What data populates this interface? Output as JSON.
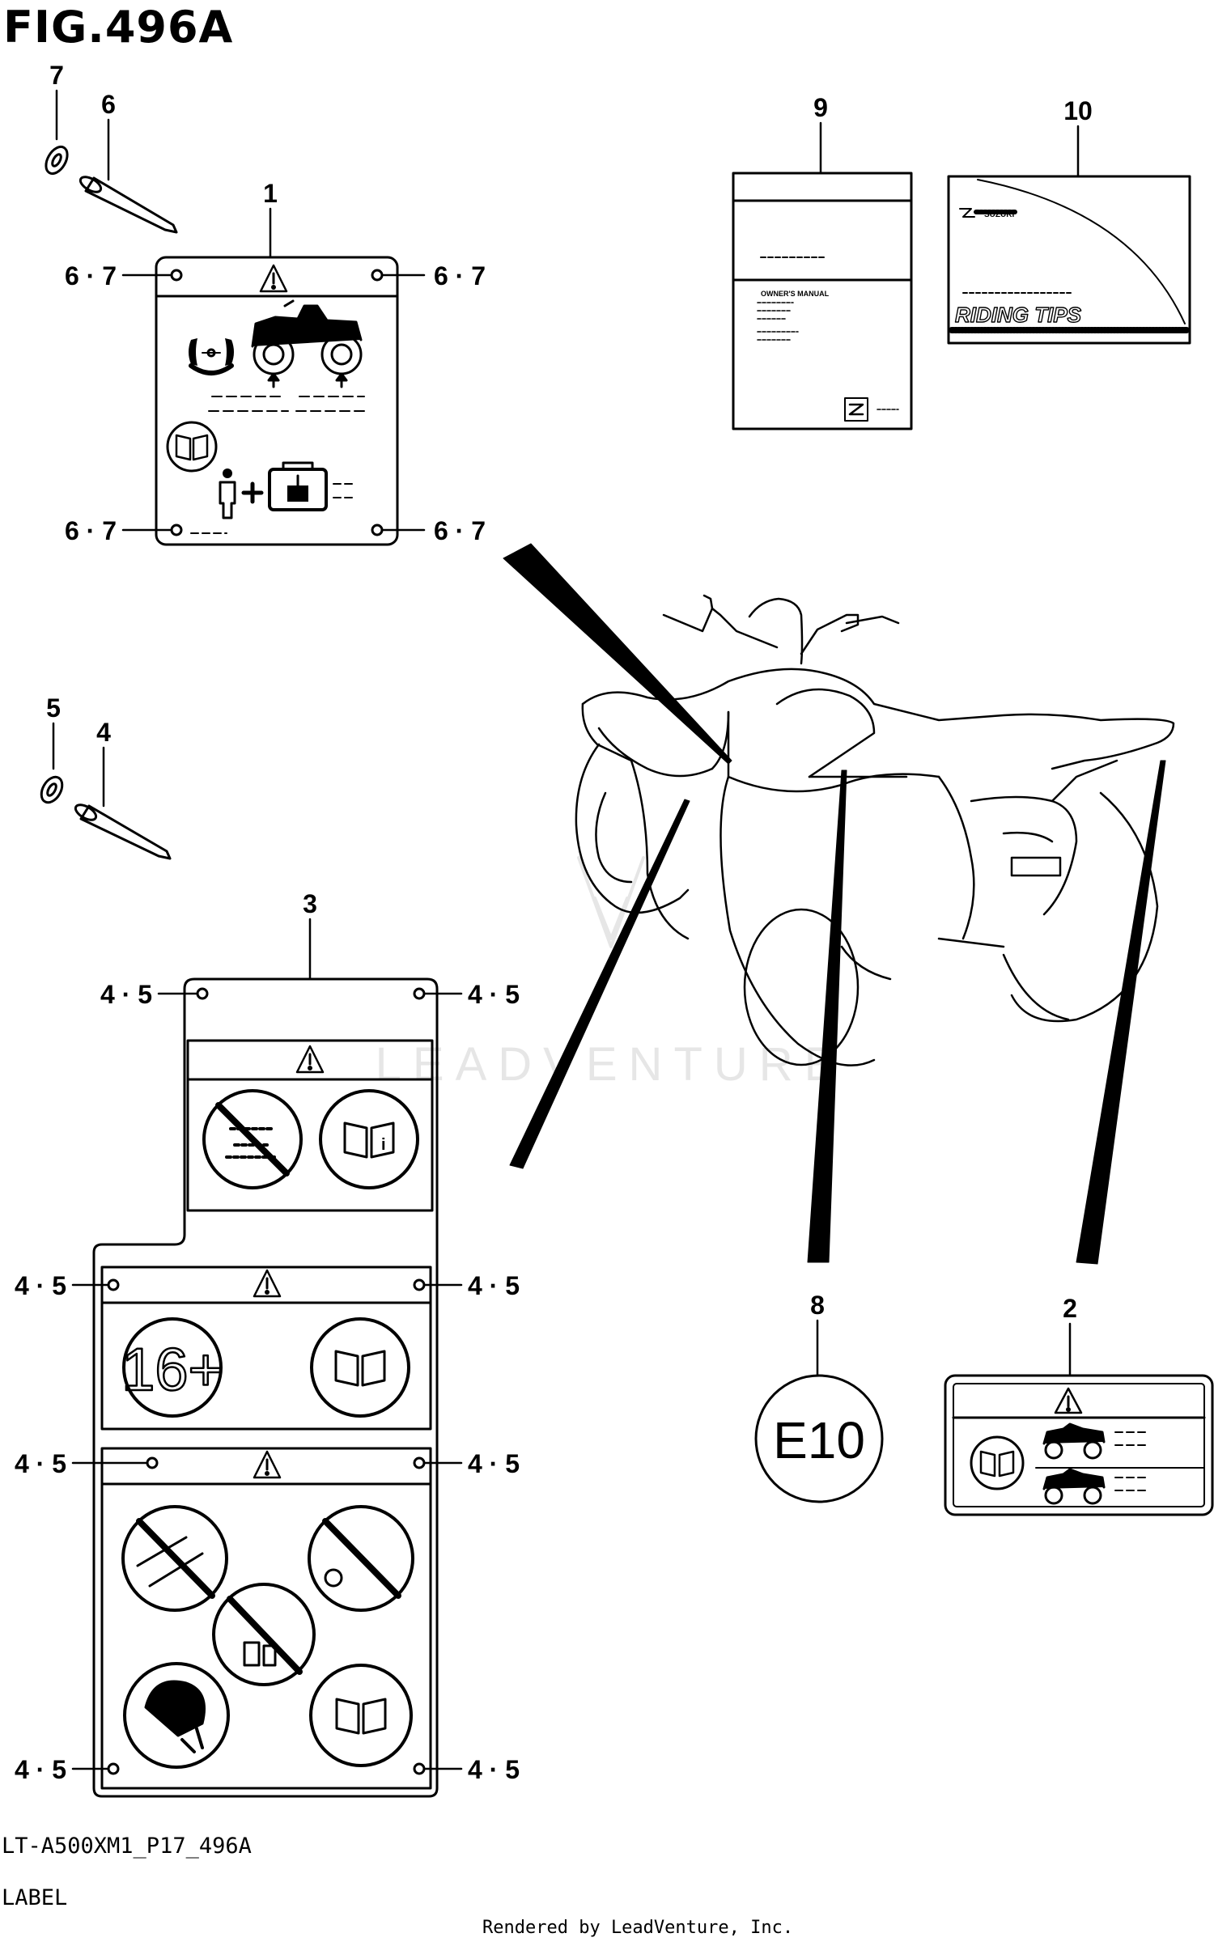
{
  "figure": {
    "title": "FIG.496A",
    "model_code": "LT-A500XM1_P17_496A",
    "section": "LABEL",
    "credit": "Rendered by LeadVenture, Inc.",
    "watermark": "LEADVENTURE"
  },
  "callouts": {
    "c1": "1",
    "c2": "2",
    "c3": "3",
    "c4": "4",
    "c5": "5",
    "c6": "6",
    "c7": "7",
    "c8": "8",
    "c9": "9",
    "c10": "10",
    "fix_67": "6 · 7",
    "fix_45": "4 · 5"
  },
  "labels": {
    "e10": "E10",
    "owners_manual": "OWNER'S MANUAL",
    "riding_tips": "RIDING TIPS",
    "brand": "SUZUKI",
    "age": "16+",
    "warning_glyph": "!",
    "info_glyph": "i"
  },
  "colors": {
    "ink": "#000000",
    "paper": "#ffffff",
    "watermark": "#e6e6e6"
  }
}
